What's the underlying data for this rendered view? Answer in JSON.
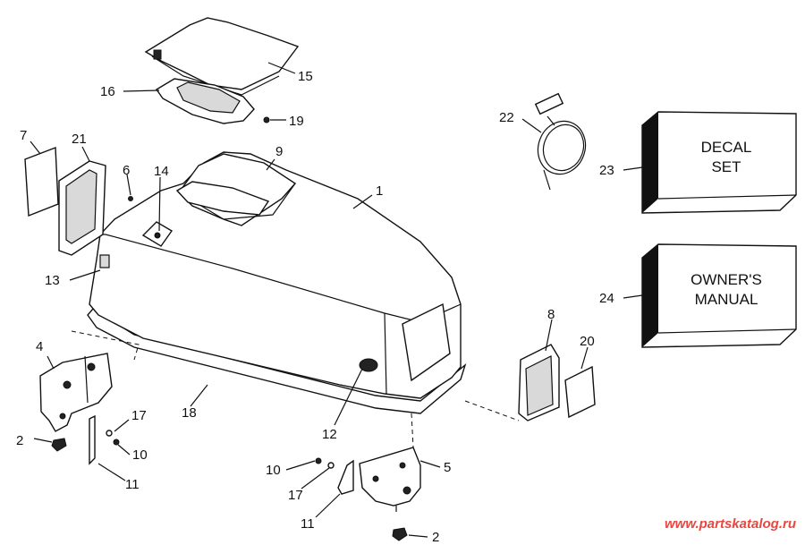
{
  "callouts": {
    "c1": "1",
    "c2a": "2",
    "c2b": "2",
    "c4": "4",
    "c5": "5",
    "c6": "6",
    "c7": "7",
    "c8": "8",
    "c9": "9",
    "c10a": "10",
    "c10b": "10",
    "c11a": "11",
    "c11b": "11",
    "c12": "12",
    "c13": "13",
    "c14": "14",
    "c15": "15",
    "c16": "16",
    "c17a": "17",
    "c17b": "17",
    "c18": "18",
    "c19": "19",
    "c20": "20",
    "c21": "21",
    "c22": "22",
    "c23": "23",
    "c24": "24"
  },
  "boxes": {
    "decal_line1": "DECAL",
    "decal_line2": "SET",
    "manual_line1": "OWNER'S",
    "manual_line2": "MANUAL"
  },
  "watermark": "www.partskatalog.ru"
}
